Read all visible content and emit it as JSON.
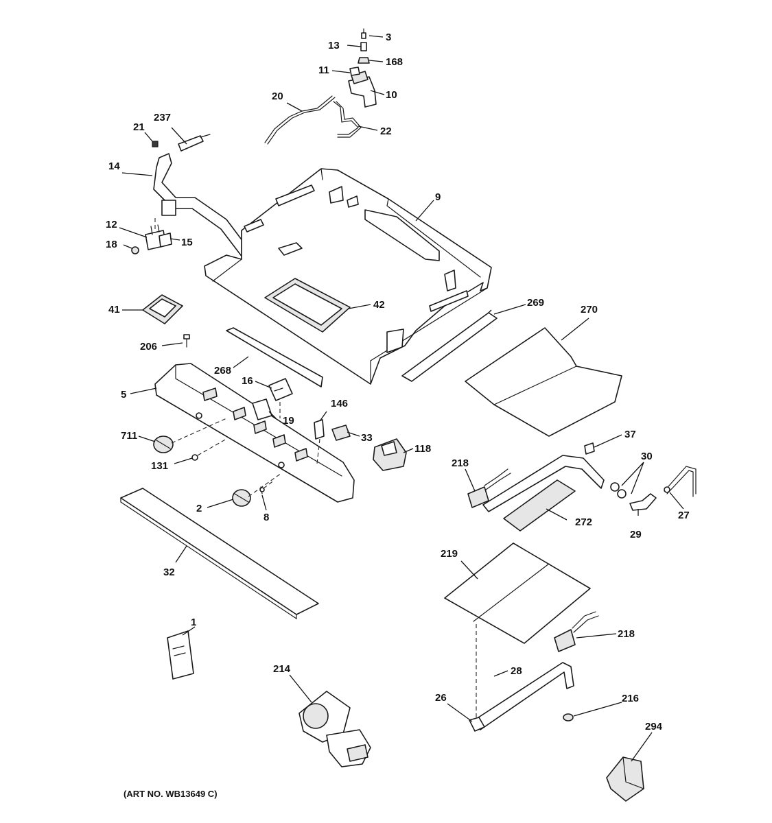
{
  "diagram": {
    "art_number": "(ART NO. WB13649 C)",
    "callouts": {
      "c1": "1",
      "c2": "2",
      "c3": "3",
      "c5": "5",
      "c8": "8",
      "c9": "9",
      "c10": "10",
      "c11": "11",
      "c12": "12",
      "c13": "13",
      "c14": "14",
      "c15": "15",
      "c16": "16",
      "c18": "18",
      "c19": "19",
      "c20": "20",
      "c21": "21",
      "c22": "22",
      "c26": "26",
      "c27": "27",
      "c28": "28",
      "c29": "29",
      "c30": "30",
      "c32": "32",
      "c33": "33",
      "c37": "37",
      "c41": "41",
      "c42": "42",
      "c118": "118",
      "c131": "131",
      "c146": "146",
      "c168": "168",
      "c206": "206",
      "c214": "214",
      "c216": "216",
      "c218a": "218",
      "c218b": "218",
      "c219": "219",
      "c237": "237",
      "c268": "268",
      "c269": "269",
      "c270": "270",
      "c272": "272",
      "c294": "294",
      "c711": "711"
    }
  }
}
